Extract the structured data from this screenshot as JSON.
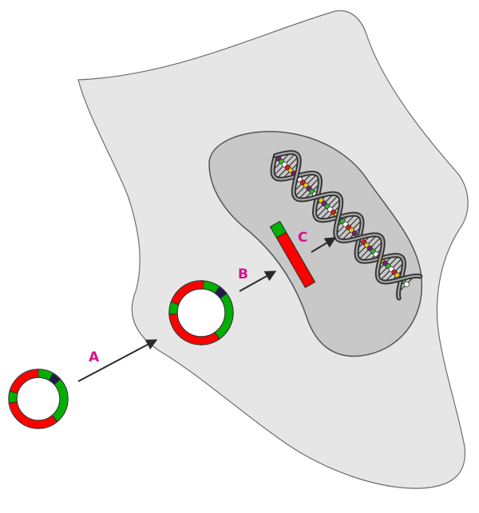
{
  "diagram": {
    "labels": {
      "a": "A",
      "b": "B",
      "c": "C"
    }
  },
  "colors": {
    "background": "#ffffff",
    "cell_fill": "#e6e6e6",
    "cell_outline": "#6e6e6e",
    "nucleus_fill": "#c8c8c8",
    "nucleus_outline": "#555555",
    "plasmid_red": "#ff0000",
    "plasmid_green": "#00b000",
    "plasmid_dark": "#1c1c4a",
    "arrow": "#2a2a2a",
    "label": "#d6148b",
    "helix_dark": "#333333",
    "helix_light": "#a9a9a9",
    "base_colors": [
      "#e8c21a",
      "#2fb52f",
      "#d11f1f",
      "#7a1f7a",
      "#ffffff"
    ]
  },
  "icons": {
    "plasmid_outside": "circular-plasmid-icon",
    "plasmid_inside": "circular-plasmid-icon",
    "linear_dna": "linear-dna-fragment-icon",
    "chromosome": "dna-double-helix-icon"
  }
}
